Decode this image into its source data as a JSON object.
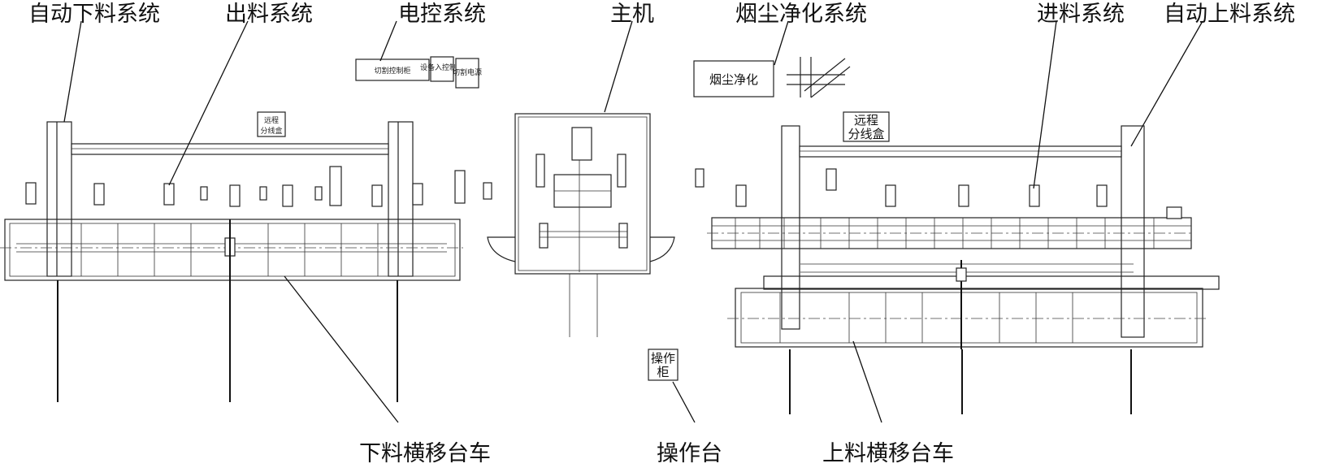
{
  "labels": {
    "auto_unload": "自动下料系统",
    "discharge": "出料系统",
    "electric_control": "电控系统",
    "main_machine": "主机",
    "fume_purification": "烟尘净化系统",
    "feed": "进料系统",
    "auto_load": "自动上料系统",
    "unload_shuttle": "下料横移台车",
    "operation_console": "操作台",
    "load_shuttle": "上料横移台车"
  },
  "boxes": {
    "control_cabinet_1": "切割控制柜",
    "control_cabinet_2": "设备入控制柜",
    "power_box": "切割电源",
    "fume_unit": "烟尘净化",
    "remote_box_left_line1": "远程",
    "remote_box_left_line2": "分线盒",
    "remote_box_right_line1": "远程",
    "remote_box_right_line2": "分线盒",
    "operation_cabinet_line1": "操作",
    "operation_cabinet_line2": "柜"
  }
}
